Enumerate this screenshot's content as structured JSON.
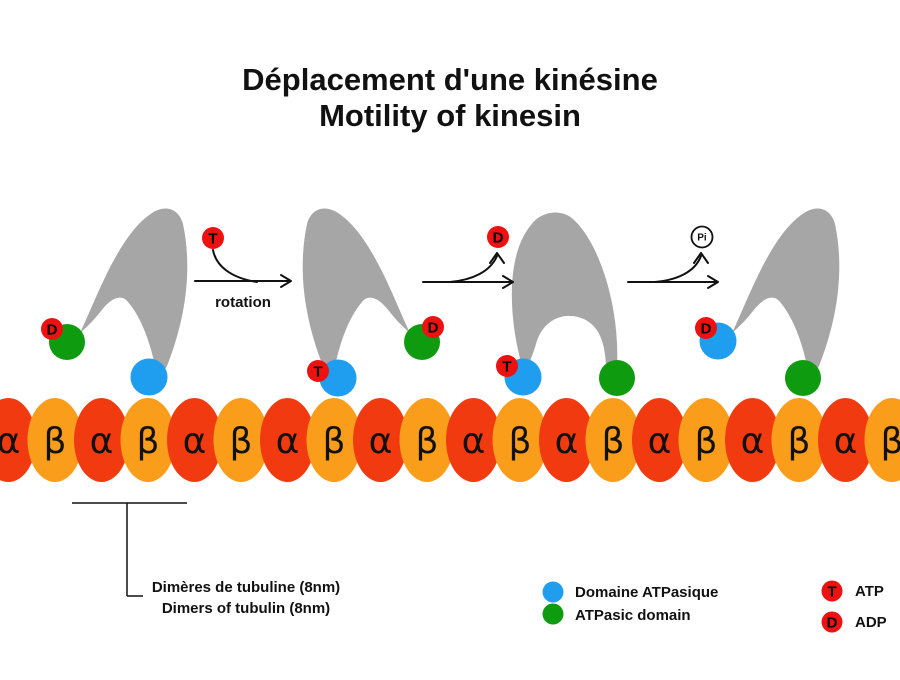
{
  "title": {
    "line1": "Déplacement d'une kinésine",
    "line2": "Motility of kinesin"
  },
  "labels": {
    "rotation": "rotation"
  },
  "molecules": {
    "atp_letter": "T",
    "adp_letter": "D",
    "pi_label": "Pi"
  },
  "microtubule": {
    "subunits": [
      {
        "label": "α",
        "type": "alpha"
      },
      {
        "label": "β",
        "type": "beta"
      },
      {
        "label": "α",
        "type": "alpha"
      },
      {
        "label": "β",
        "type": "beta"
      },
      {
        "label": "α",
        "type": "alpha"
      },
      {
        "label": "β",
        "type": "beta"
      },
      {
        "label": "α",
        "type": "alpha"
      },
      {
        "label": "β",
        "type": "beta"
      },
      {
        "label": "α",
        "type": "alpha"
      },
      {
        "label": "β",
        "type": "beta"
      },
      {
        "label": "α",
        "type": "alpha"
      },
      {
        "label": "β",
        "type": "beta"
      },
      {
        "label": "α",
        "type": "alpha"
      },
      {
        "label": "β",
        "type": "beta"
      },
      {
        "label": "α",
        "type": "alpha"
      },
      {
        "label": "β",
        "type": "beta"
      },
      {
        "label": "α",
        "type": "alpha"
      },
      {
        "label": "β",
        "type": "beta"
      },
      {
        "label": "α",
        "type": "alpha"
      },
      {
        "label": "β",
        "type": "beta"
      }
    ]
  },
  "caption": {
    "line1": "Dimères de tubuline (8nm)",
    "line2": "Dimers of tubulin (8nm)"
  },
  "legend": {
    "items": [
      {
        "swatch": "blue",
        "label": "Domaine ATPasique"
      },
      {
        "swatch": "green",
        "label": "ATPasic domain"
      },
      {
        "swatch": "red",
        "letter": "T",
        "label": "ATP"
      },
      {
        "swatch": "red",
        "letter": "D",
        "label": "ADP"
      }
    ]
  },
  "colors": {
    "alpha_red": "#f23a10",
    "beta_orange": "#f99d1b",
    "atpase_blue": "#1f9ef0",
    "atpase_green": "#0f9b10",
    "molecule_red": "#ee1111",
    "kinesin_gray": "#a6a6a6",
    "pi_white": "#ffffff"
  }
}
